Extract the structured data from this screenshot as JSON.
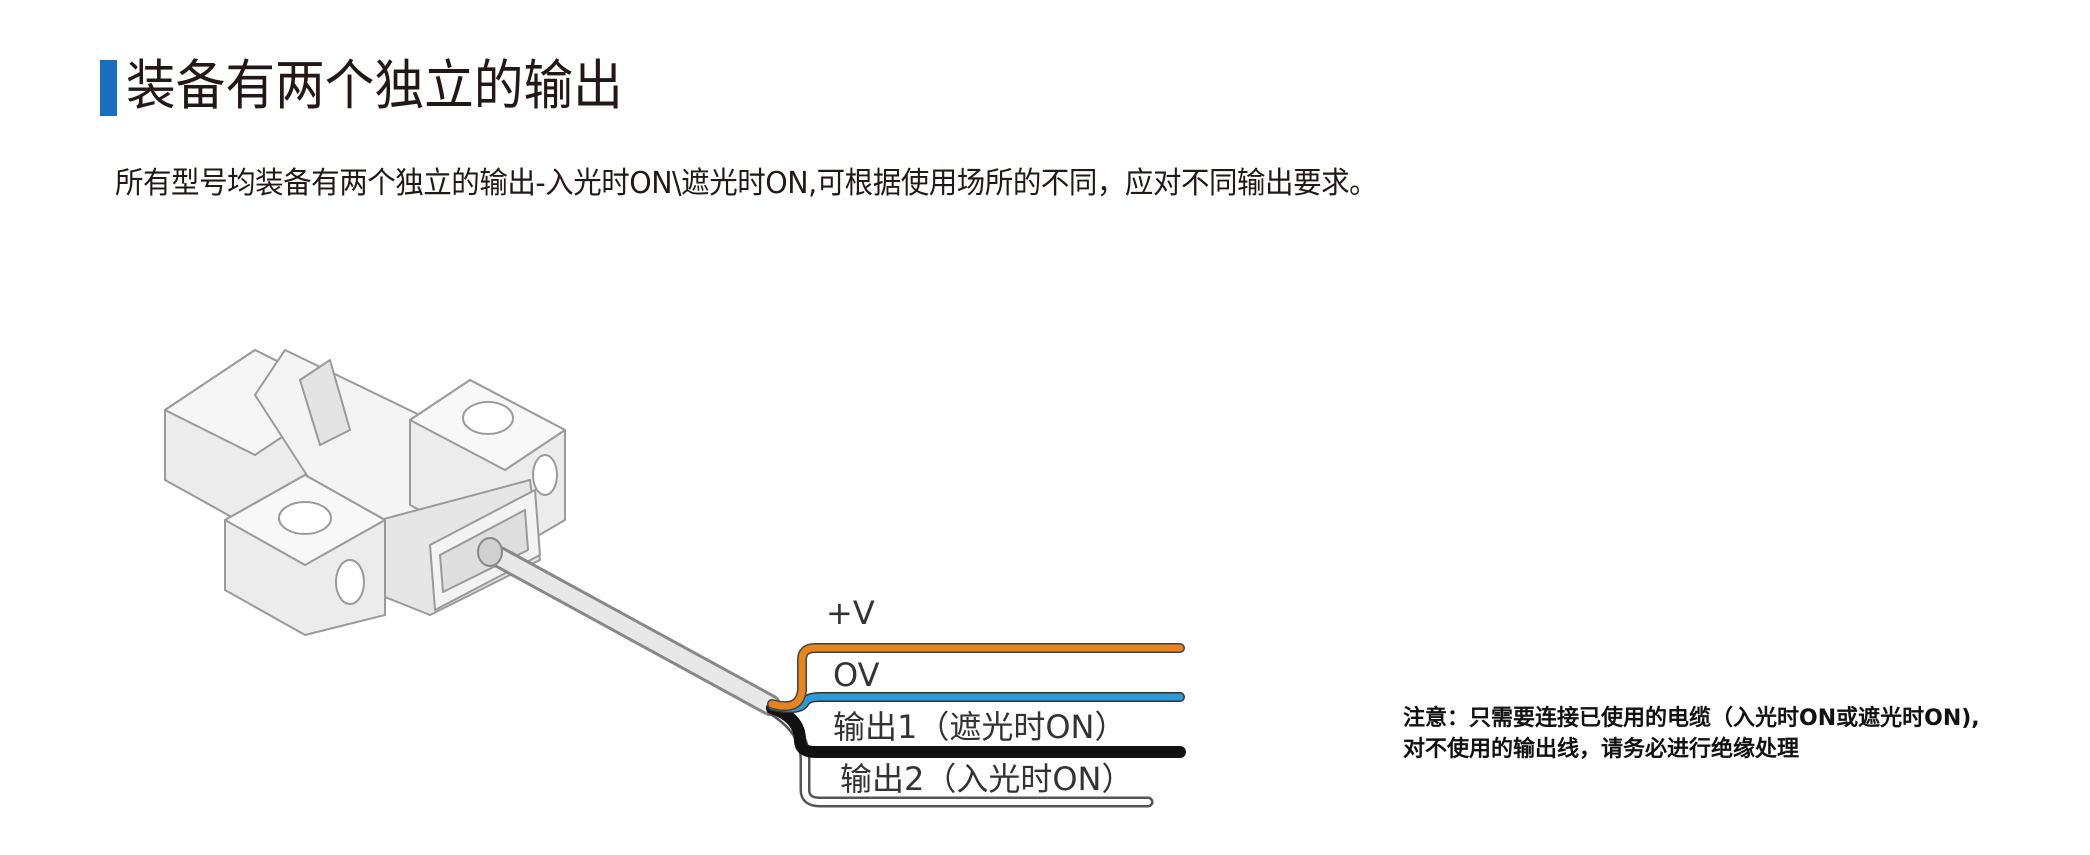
{
  "heading": {
    "title": "装备有两个独立的输出",
    "accent_color": "#1a6fc0"
  },
  "description": "所有型号均装备有两个独立的输出-入光时ON\\遮光时ON,可根据使用场所的不同，应对不同输出要求。",
  "wires": [
    {
      "label": "+V",
      "color": "#e8831e"
    },
    {
      "label": "OV",
      "color": "#2a9ad8"
    },
    {
      "label": "输出1（遮光时ON）",
      "color": "#111111"
    },
    {
      "label": "输出2（入光时ON）",
      "color": "#ffffff"
    }
  ],
  "note": {
    "line1": "注意：只需要连接已使用的电缆（入光时ON或遮光时ON),",
    "line2": "对不使用的输出线，请务必进行绝缘处理"
  }
}
